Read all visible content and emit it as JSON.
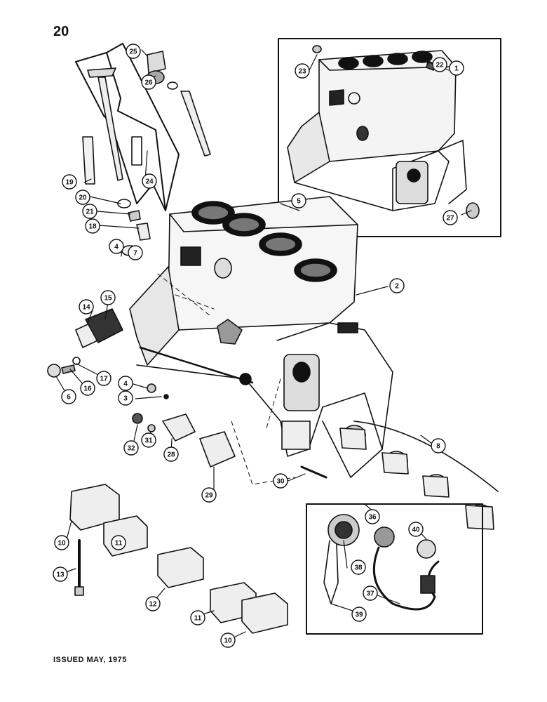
{
  "page": {
    "number": "20",
    "issued": "ISSUED MAY, 1975"
  },
  "callouts": [
    "1",
    "2",
    "3",
    "4",
    "5",
    "6",
    "7",
    "8",
    "10",
    "11",
    "12",
    "13",
    "14",
    "15",
    "16",
    "17",
    "18",
    "19",
    "20",
    "21",
    "22",
    "23",
    "24",
    "25",
    "26",
    "27",
    "28",
    "29",
    "30",
    "31",
    "32",
    "36",
    "37",
    "38",
    "39",
    "40"
  ],
  "colors": {
    "ink": "#111111",
    "paper": "#ffffff",
    "shade": "#555555"
  }
}
